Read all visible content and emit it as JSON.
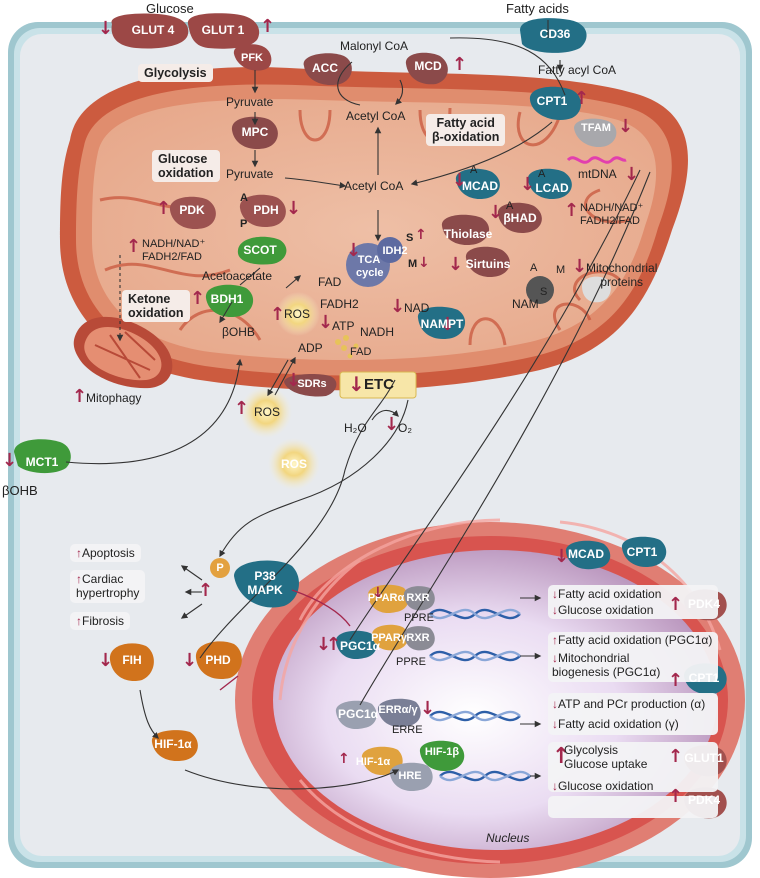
{
  "cell": {
    "glucose": "Glucose",
    "fatty_acids": "Fatty acids",
    "glut4": "GLUT 4",
    "glut1": "GLUT 1",
    "pfk": "PFK",
    "cd36": "CD36",
    "glycolysis": "Glycolysis",
    "pyruvate": "Pyruvate",
    "mct1": "MCT1",
    "bohb_out": "βOHB",
    "mitophagy": "Mitophagy"
  },
  "mito": {
    "malonyl_coa": "Malonyl CoA",
    "acc": "ACC",
    "mcd": "MCD",
    "fatty_acyl_coa": "Fatty acyl CoA",
    "cpt1": "CPT1",
    "acetyl_coa": "Acetyl CoA",
    "fao_title": "Fatty acid\nβ-oxidation",
    "tfam": "TFAM",
    "mtdna": "mtDNA",
    "mpc": "MPC",
    "glucose_oxidation": "Glucose\noxidation",
    "pyruvate": "Pyruvate",
    "acetyl_coa2": "Acetyl CoA",
    "pdk": "PDK",
    "pdh": "PDH",
    "a": "A",
    "p": "P",
    "nadh_nad_left": "NADH/NAD⁺\nFADH2/FAD",
    "mcad": "MCAD",
    "lcad": "LCAD",
    "bhad": "βHAD",
    "thiolase": "Thiolase",
    "nadh_nad_right": "NADH/NAD⁺\nFADH2/FAD",
    "scot": "SCOT",
    "acetoacetate": "Acetoacetate",
    "ketone_oxidation": "Ketone\noxidation",
    "bdh1": "BDH1",
    "bohb": "βOHB",
    "ros": "ROS",
    "tca": "TCA\ncycle",
    "idh2": "IDH2",
    "s": "S",
    "m": "M",
    "fad": "FAD",
    "fadh2": "FADH2",
    "sirtuins": "Sirtuins",
    "nam": "NAM",
    "mito_proteins": "Mitochondrial\nproteins",
    "nad": "NAD",
    "nadh": "NADH",
    "nampt": "NAMPT",
    "atp": "ATP",
    "adp": "ADP",
    "fad2": "FAD",
    "sdrs": "SDRs",
    "etc": "ETC",
    "h2o": "H₂O",
    "o2": "O₂"
  },
  "cyto": {
    "ros1": "ROS",
    "ros2": "ROS",
    "apoptosis": "Apoptosis",
    "hypertrophy": "Cardiac\nhypertrophy",
    "fibrosis": "Fibrosis",
    "p": "P",
    "p38": "P38\nMAPK",
    "fih": "FIH",
    "phd": "PHD",
    "hif1a": "HIF-1α"
  },
  "nucleus": {
    "mcad": "MCAD",
    "cpt1": "CPT1",
    "ppara": "PPARα",
    "rxr1": "RXR",
    "ppre1": "PPRE",
    "pgc1a_1": "PGC1α",
    "ppary": "PPARγ",
    "rxr2": "RXR",
    "ppre2": "PPRE",
    "pgc1a_2": "PGC1α",
    "erra": "ERRα/γ",
    "erre": "ERRE",
    "hif1a": "HIF-1α",
    "hif1b": "HIF-1β",
    "hre": "HRE",
    "out1": "Fatty acid oxidation",
    "out2": "Glucose oxidation",
    "pdk4_1": "PDK4",
    "out3": "Fatty acid oxidation (PGC1α)",
    "out4": "Mitochondrial\nbiogenesis (PGC1α)",
    "cpt1_2": "CPT1",
    "out5": "ATP and PCr production (α)",
    "out6": "Fatty acid oxidation (γ)",
    "out7": "Glycolysis\nGlucose uptake",
    "glut1": "GLUT1",
    "out8": "Glucose oxidation",
    "pdk4_2": "PDK4",
    "nucleus_label": "Nucleus"
  },
  "colors": {
    "membrane": "#9fc7cf",
    "mito_outer": "#d9694a",
    "arrow": "#a3284d",
    "protein_teal": "#1f6f86",
    "protein_brown": "#a2504e",
    "protein_green": "#3f9a3a",
    "protein_orange": "#d1731c"
  }
}
